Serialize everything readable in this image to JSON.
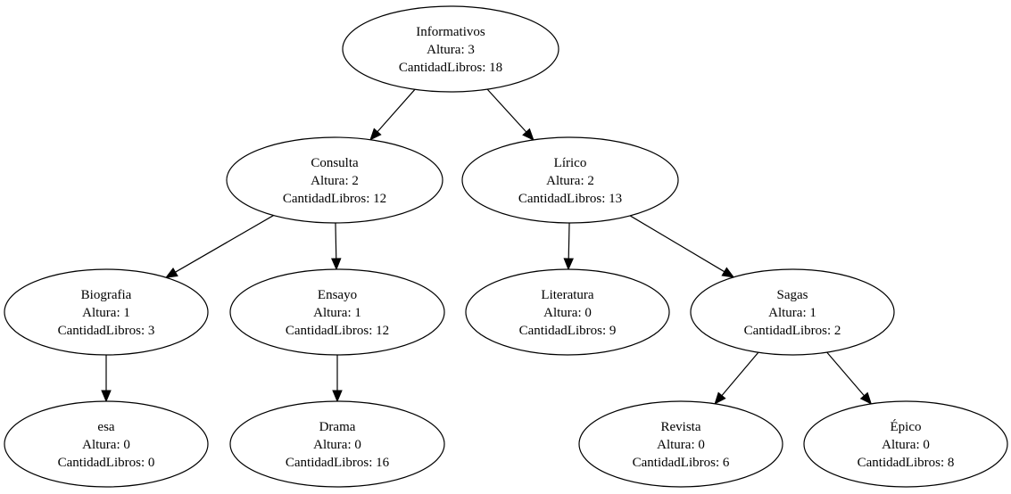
{
  "nodes": {
    "informativos": {
      "name": "Informativos",
      "height": "Altura: 3",
      "count": "CantidadLibros: 18"
    },
    "consulta": {
      "name": "Consulta",
      "height": "Altura: 2",
      "count": "CantidadLibros: 12"
    },
    "lirico": {
      "name": "Lírico",
      "height": "Altura: 2",
      "count": "CantidadLibros: 13"
    },
    "biografia": {
      "name": "Biografia",
      "height": "Altura: 1",
      "count": "CantidadLibros: 3"
    },
    "ensayo": {
      "name": "Ensayo",
      "height": "Altura: 1",
      "count": "CantidadLibros: 12"
    },
    "literatura": {
      "name": "Literatura",
      "height": "Altura: 0",
      "count": "CantidadLibros: 9"
    },
    "sagas": {
      "name": "Sagas",
      "height": "Altura: 1",
      "count": "CantidadLibros: 2"
    },
    "esa": {
      "name": "esa",
      "height": "Altura: 0",
      "count": "CantidadLibros: 0"
    },
    "drama": {
      "name": "Drama",
      "height": "Altura: 0",
      "count": "CantidadLibros: 16"
    },
    "revista": {
      "name": "Revista",
      "height": "Altura: 0",
      "count": "CantidadLibros: 6"
    },
    "epico": {
      "name": "Épico",
      "height": "Altura: 0",
      "count": "CantidadLibros: 8"
    }
  },
  "edges": [
    [
      "informativos",
      "consulta"
    ],
    [
      "informativos",
      "lirico"
    ],
    [
      "consulta",
      "biografia"
    ],
    [
      "consulta",
      "ensayo"
    ],
    [
      "lirico",
      "literatura"
    ],
    [
      "lirico",
      "sagas"
    ],
    [
      "biografia",
      "esa"
    ],
    [
      "ensayo",
      "drama"
    ],
    [
      "sagas",
      "revista"
    ],
    [
      "sagas",
      "epico"
    ]
  ]
}
